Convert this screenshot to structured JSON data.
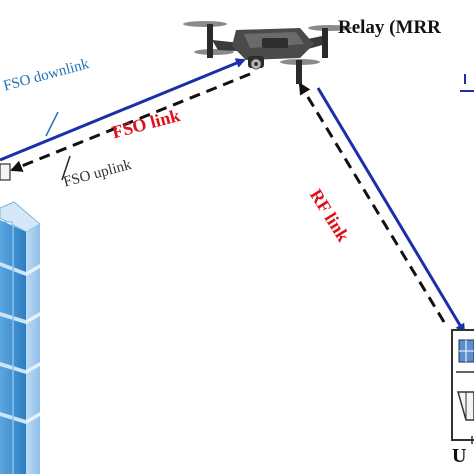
{
  "relay": {
    "label": "Relay (MRR"
  },
  "links": {
    "fso_downlink": "FSO downlink",
    "fso_link": "FSO link",
    "fso_uplink": "FSO uplink",
    "rf_link": "RF link"
  },
  "ue": {
    "label": "U"
  },
  "colors": {
    "downlink_blue": "#1a2fa8",
    "label_blue": "#1f73b7",
    "label_red": "#e0101a",
    "dashed_black": "#111111",
    "building_blue": "#3d8fd1"
  }
}
